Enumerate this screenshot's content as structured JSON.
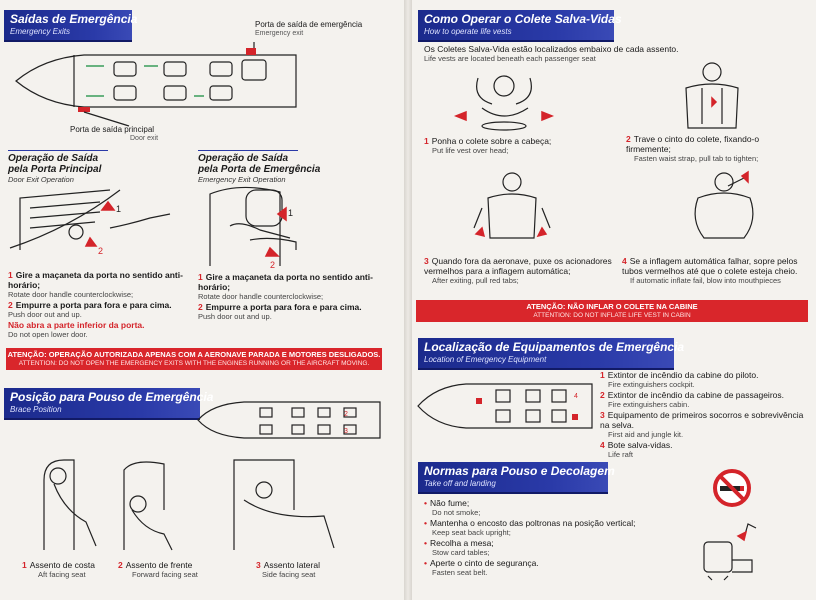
{
  "exits": {
    "title": "Saídas de Emergência",
    "subtitle": "Emergency Exits",
    "emergency_exit_pt": "Porta de saída de emergência",
    "emergency_exit_en": "Emergency exit",
    "main_door_pt": "Porta de saída principal",
    "main_door_en": "Door exit"
  },
  "main_door_op": {
    "title_l1": "Operação de Saída",
    "title_l2": "pela Porta Principal",
    "subtitle": "Door Exit Operation",
    "step1_pt": "Gire a maçaneta da porta no sentido anti-horário;",
    "step1_en": "Rotate door handle counterclockwise;",
    "step2_pt": "Empurre a porta para fora e para cima.",
    "step2_en": "Push door out and up.",
    "step3_pt": "Não abra a parte inferior da porta.",
    "step3_en": "Do not open lower door."
  },
  "emerg_door_op": {
    "title_l1": "Operação de Saída",
    "title_l2": "pela Porta de Emergência",
    "subtitle": "Emergency Exit Operation",
    "step1_pt": "Gire a maçaneta da porta no sentido anti-horário;",
    "step1_en": "Rotate door handle counterclockwise;",
    "step2_pt": "Empurre a porta para fora e para cima.",
    "step2_en": "Push door out and up."
  },
  "warning_exits": {
    "pt": "ATENÇÃO: OPERAÇÃO AUTORIZADA APENAS COM A AERONAVE PARADA E MOTORES DESLIGADOS.",
    "en": "ATTENTION: DO NOT OPEN THE EMERGENCY EXITS WITH THE ENGINES RUNNING OR THE AIRCRAFT MOVING."
  },
  "brace": {
    "title": "Posição para Pouso de Emergência",
    "subtitle": "Brace Position",
    "seat1_pt": "Assento de costa",
    "seat1_en": "Aft facing seat",
    "seat2_pt": "Assento de frente",
    "seat2_en": "Forward facing seat",
    "seat3_pt": "Assento lateral",
    "seat3_en": "Side facing seat"
  },
  "vest": {
    "title": "Como Operar o Colete Salva-Vidas",
    "subtitle": "How to operate life vests",
    "intro_pt": "Os Coletes Salva-Vida estão localizados embaixo de cada assento.",
    "intro_en": "Life vests are located beneath each passenger seat",
    "step1_pt": "Ponha o colete sobre a cabeça;",
    "step1_en": "Put life vest over head;",
    "step2_pt": "Trave o cinto do colete, fixando-o firmemente;",
    "step2_en": "Fasten waist strap, pull tab to tighten;",
    "step3_pt": "Quando fora da aeronave, puxe os acionadores vermelhos para a inflagem automática;",
    "step3_en": "After exiting, pull red tabs;",
    "step4_pt": "Se a inflagem automática falhar, sopre pelos tubos vermelhos até que o colete esteja cheio.",
    "step4_en": "If automatic inflate fail, blow into mouthpieces"
  },
  "warning_vest": {
    "pt": "ATENÇÃO: NÃO INFLAR O COLETE NA CABINE",
    "en": "ATTENTION: DO NOT INFLATE LIFE VEST IN CABIN"
  },
  "equipment": {
    "title": "Localização de Equipamentos de Emergência",
    "subtitle": "Location of Emergency Equipment",
    "item1_pt": "Extintor de incêndio da cabine do piloto.",
    "item1_en": "Fire extinguishers cockpit.",
    "item2_pt": "Extintor de incêndio da cabine de passageiros.",
    "item2_en": "Fire extinguishers cabin.",
    "item3_pt": "Equipamento de primeiros socorros e sobrevivência na selva.",
    "item3_en": "First aid and jungle kit.",
    "item4_pt": "Bote salva-vidas.",
    "item4_en": "Life raft"
  },
  "rules": {
    "title": "Normas para Pouso e Decolagem",
    "subtitle": "Take off and landing",
    "r1_pt": "Não fume;",
    "r1_en": "Do not smoke;",
    "r2_pt": "Mantenha o encosto das poltronas na posição vertical;",
    "r2_en": "Keep seat back upright;",
    "r3_pt": "Recolha a mesa;",
    "r3_en": "Stow card tables;",
    "r4_pt": "Aperte o cinto de segurança.",
    "r4_en": "Fasten seat belt."
  },
  "numbers": {
    "n1": "1",
    "n2": "2",
    "n3": "3",
    "n4": "4",
    "bullet": "•"
  },
  "colors": {
    "band": "#1b2a8c",
    "accent": "#d4242a"
  }
}
